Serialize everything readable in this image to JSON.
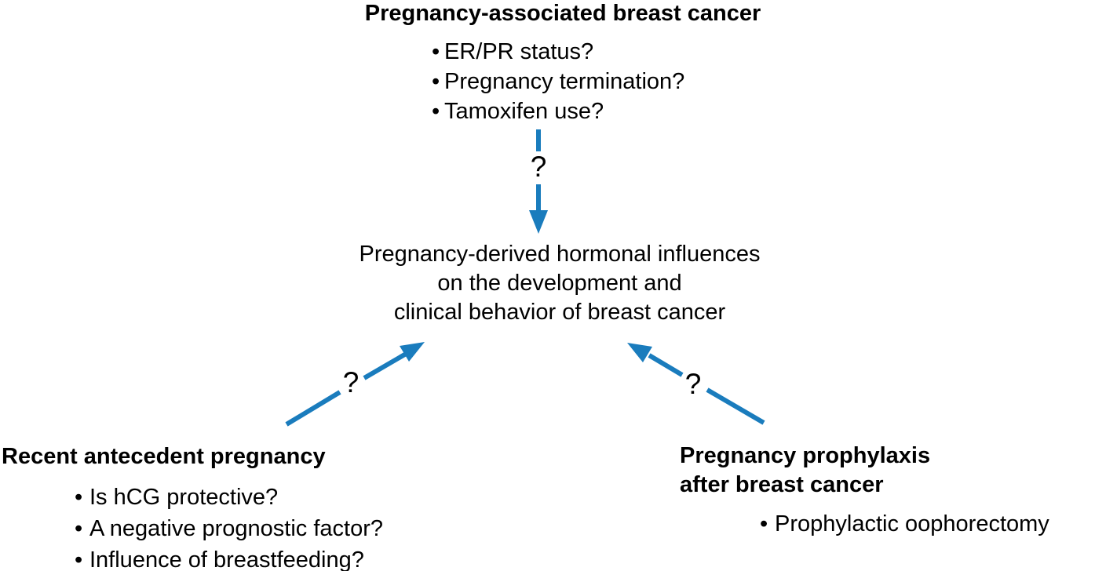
{
  "diagram": {
    "accent_color": "#1a7cbd",
    "top_section": {
      "title": "Pregnancy-associated breast cancer",
      "bullets": [
        "ER/PR status?",
        "Pregnancy termination?",
        "Tamoxifen use?"
      ]
    },
    "center_statement": {
      "line1": "Pregnancy-derived hormonal influences",
      "line2": "on the development and",
      "line3": "clinical behavior of breast cancer"
    },
    "bottom_left_section": {
      "title": "Recent antecedent pregnancy",
      "bullets": [
        "Is hCG protective?",
        "A negative prognostic factor?",
        "Influence of breastfeeding?"
      ]
    },
    "bottom_right_section": {
      "title_line1": "Pregnancy prophylaxis",
      "title_line2": "after breast cancer",
      "bullets": [
        "Prophylactic oophorectomy"
      ]
    },
    "connectors": {
      "top_arrow_label": "?",
      "left_arrow_label": "?",
      "right_arrow_label": "?"
    }
  }
}
